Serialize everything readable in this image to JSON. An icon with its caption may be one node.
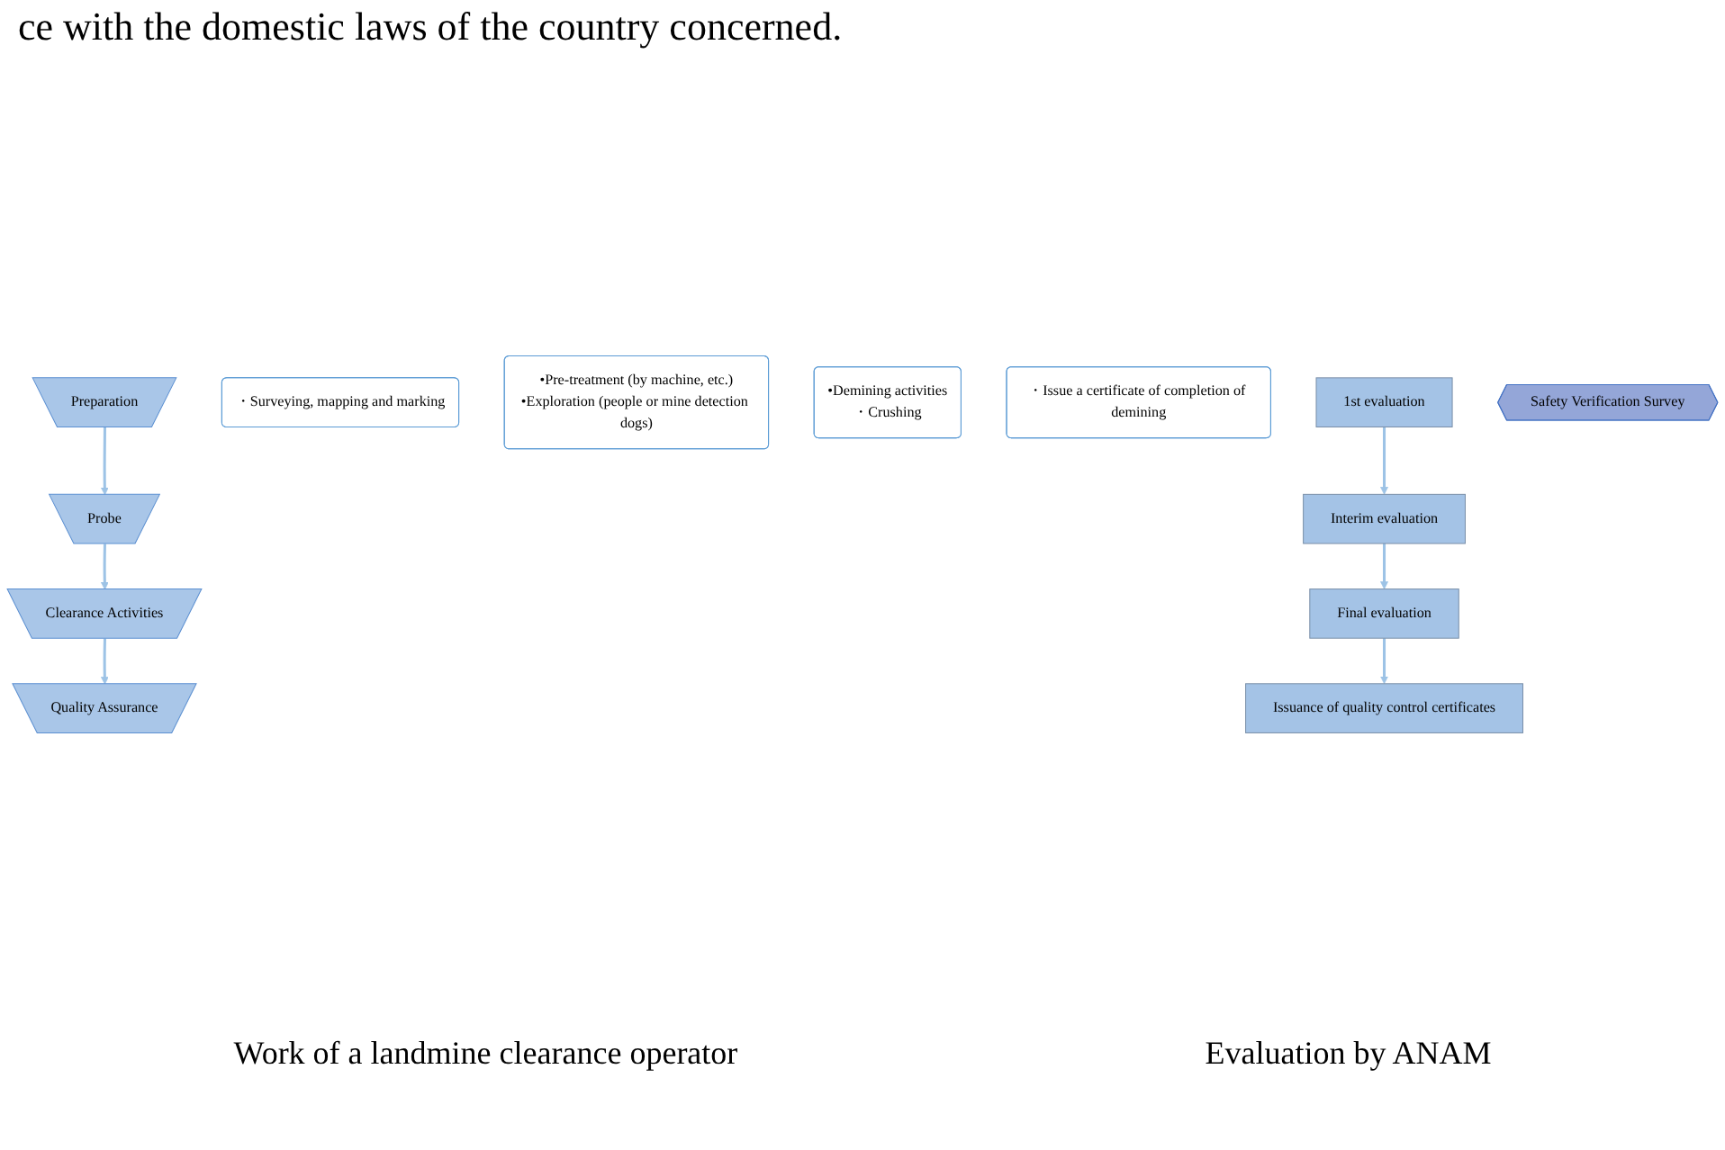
{
  "diagram": {
    "nodes": [
      {
        "text": [
          "Preparation"
        ]
      },
      {
        "text": [
          "・Surveying, mapping and marking"
        ]
      },
      {
        "text": [
          "Probe"
        ]
      },
      {
        "text": [
          "•Pre-treatment (by machine, etc.)",
          "•Exploration (people or mine detection dogs)"
        ]
      },
      {
        "text": [
          "Clearance Activities"
        ]
      },
      {
        "text": [
          "•Demining activities",
          "・Crushing"
        ]
      },
      {
        "text": [
          "Quality Assurance"
        ]
      },
      {
        "text": [
          "・Issue a certificate of completion of demining"
        ]
      },
      {
        "text": [
          "1st evaluation"
        ]
      },
      {
        "text": [
          "Interim evaluation"
        ]
      },
      {
        "text": [
          "Final evaluation"
        ]
      },
      {
        "text": [
          "Issuance of quality control certificates"
        ]
      },
      {
        "text": [
          "Safety Verification Survey"
        ]
      }
    ],
    "edges": [
      {
        "from": 0,
        "to": 2,
        "arrow": "to"
      },
      {
        "from": 2,
        "to": 4,
        "arrow": "to"
      },
      {
        "from": 4,
        "to": 6,
        "arrow": "to"
      },
      {
        "from": 8,
        "to": 9,
        "arrow": "to"
      },
      {
        "from": 9,
        "to": 10,
        "arrow": "to"
      },
      {
        "from": 10,
        "to": 11,
        "arrow": "to"
      }
    ],
    "labels": [
      "ce with the domestic laws of the country concerned.",
      "Work of a landmine clearance operator",
      "Evaluation by ANAM"
    ]
  }
}
